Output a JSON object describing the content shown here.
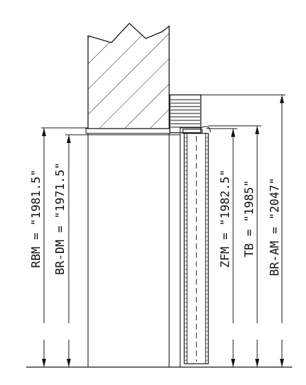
{
  "colors": {
    "line": "#111111",
    "background": "#ffffff"
  },
  "dimensions": [
    {
      "id": "rbm",
      "label": "RBM = \"1981.5\""
    },
    {
      "id": "br-dm",
      "label": "BR-DM = \"1971.5\""
    },
    {
      "id": "zfm",
      "label": "ZFM = \"1982.5\""
    },
    {
      "id": "tb",
      "label": "TB = \"1985\""
    },
    {
      "id": "br-am",
      "label": "BR-AM = \"2047\""
    }
  ]
}
